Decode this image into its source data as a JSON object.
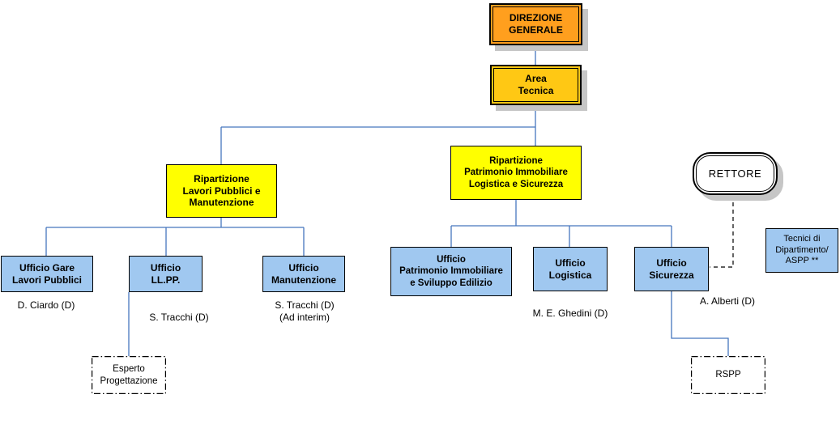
{
  "colors": {
    "direzione_fill": "#FF9F1E",
    "area_fill": "#FFC814",
    "ripartizione_fill": "#FFFF00",
    "ufficio_fill": "#A0C8F0",
    "connector": "#4676BE",
    "shadow": "#C6C6C6"
  },
  "nodes": {
    "direzione": {
      "label": "DIREZIONE\nGENERALE"
    },
    "area_tecnica": {
      "label": "Area\nTecnica"
    },
    "rip_lavori": {
      "label": "Ripartizione\nLavori Pubblici e\nManutenzione"
    },
    "rip_patrimonio": {
      "label": "Ripartizione\nPatrimonio Immobiliare\nLogistica e Sicurezza"
    },
    "rettore": {
      "label": "RETTORE"
    },
    "gare": {
      "label": "Ufficio Gare\nLavori Pubblici",
      "manager": "D. Ciardo (D)"
    },
    "llpp": {
      "label": "Ufficio\nLL.PP.",
      "manager": "S. Tracchi (D)"
    },
    "manutenzione": {
      "label": "Ufficio\nManutenzione",
      "manager": "S. Tracchi (D)\n(Ad interim)"
    },
    "patrimonio": {
      "label": "Ufficio\nPatrimonio Immobiliare\ne Sviluppo Edilizio"
    },
    "logistica": {
      "label": "Ufficio\nLogistica",
      "manager": "M. E. Ghedini (D)"
    },
    "sicurezza": {
      "label": "Ufficio\nSicurezza",
      "manager": "A. Alberti  (D)"
    },
    "tecnici_aspp": {
      "label": "Tecnici di\nDipartimento/\nASPP **"
    },
    "esperto": {
      "label": "Esperto\nProgettazione"
    },
    "rspp": {
      "label": "RSPP"
    }
  }
}
